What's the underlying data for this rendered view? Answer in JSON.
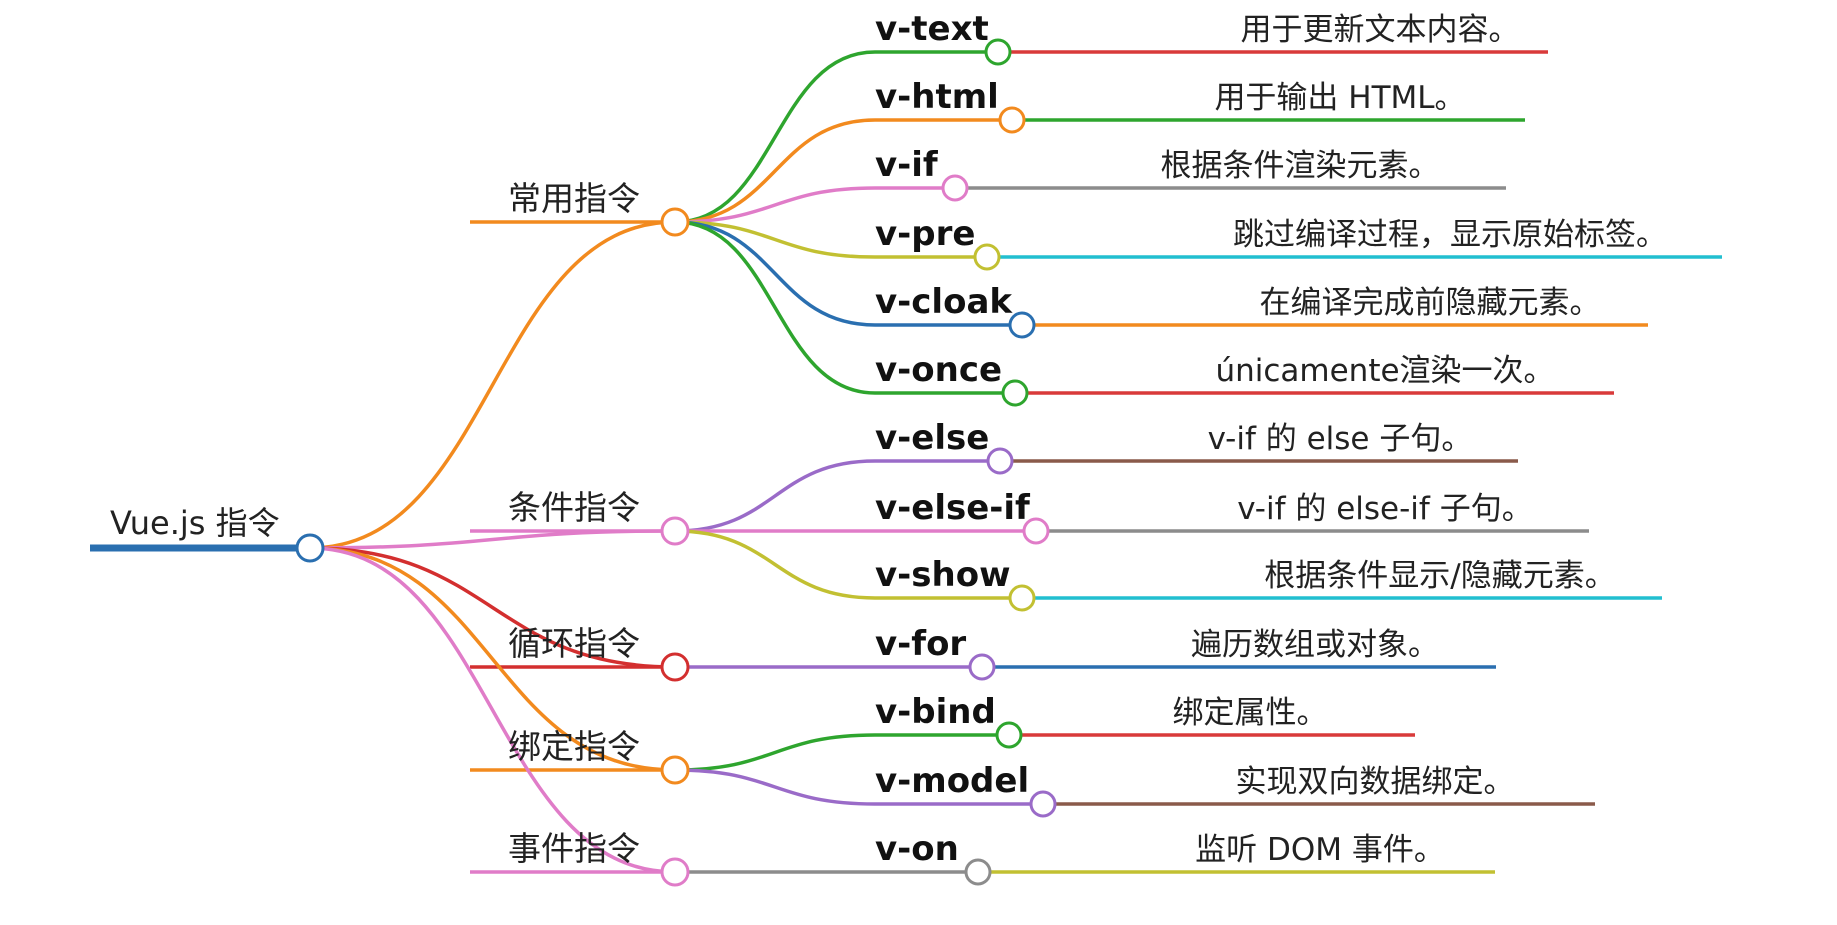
{
  "root": {
    "label": "Vue.js 指令",
    "color": "#2a6fb0"
  },
  "categories": [
    {
      "label": "常用指令",
      "color": "#f28a1e",
      "items": [
        {
          "directive": "v-text",
          "desc": "用于更新文本内容。",
          "branch_color": "#2ea52e",
          "line_color": "#d93a3a"
        },
        {
          "directive": "v-html",
          "desc": "用于输出 HTML。",
          "branch_color": "#f28a1e",
          "line_color": "#2ea52e"
        },
        {
          "directive": "v-if",
          "desc": "根据条件渲染元素。",
          "branch_color": "#e07cc8",
          "line_color": "#8c8c8c"
        },
        {
          "directive": "v-pre",
          "desc": "跳过编译过程，显示原始标签。",
          "branch_color": "#c2c032",
          "line_color": "#22bfd0"
        },
        {
          "directive": "v-cloak",
          "desc": "在编译完成前隐藏元素。",
          "branch_color": "#2a6fb0",
          "line_color": "#f28a1e"
        },
        {
          "directive": "v-once",
          "desc": "únicamente渲染一次。",
          "branch_color": "#2ea52e",
          "line_color": "#d93a3a"
        }
      ]
    },
    {
      "label": "条件指令",
      "color": "#e07cc8",
      "items": [
        {
          "directive": "v-else",
          "desc": "v-if 的 else 子句。",
          "branch_color": "#9a6bc8",
          "line_color": "#8a5a4a"
        },
        {
          "directive": "v-else-if",
          "desc": "v-if 的 else-if 子句。",
          "branch_color": "#e07cc8",
          "line_color": "#8c8c8c"
        },
        {
          "directive": "v-show",
          "desc": "根据条件显示/隐藏元素。",
          "branch_color": "#c2c032",
          "line_color": "#22bfd0"
        }
      ]
    },
    {
      "label": "循环指令",
      "color": "#d32f2f",
      "items": [
        {
          "directive": "v-for",
          "desc": "遍历数组或对象。",
          "branch_color": "#9a6bc8",
          "line_color": "#2a6fb0"
        }
      ]
    },
    {
      "label": "绑定指令",
      "color": "#f28a1e",
      "items": [
        {
          "directive": "v-bind",
          "desc": "绑定属性。",
          "branch_color": "#2ea52e",
          "line_color": "#d93a3a"
        },
        {
          "directive": "v-model",
          "desc": "实现双向数据绑定。",
          "branch_color": "#9a6bc8",
          "line_color": "#8a5a4a"
        }
      ]
    },
    {
      "label": "事件指令",
      "color": "#e07cc8",
      "items": [
        {
          "directive": "v-on",
          "desc": "监听 DOM 事件。",
          "branch_color": "#8c8c8c",
          "line_color": "#c2c032"
        }
      ]
    }
  ]
}
